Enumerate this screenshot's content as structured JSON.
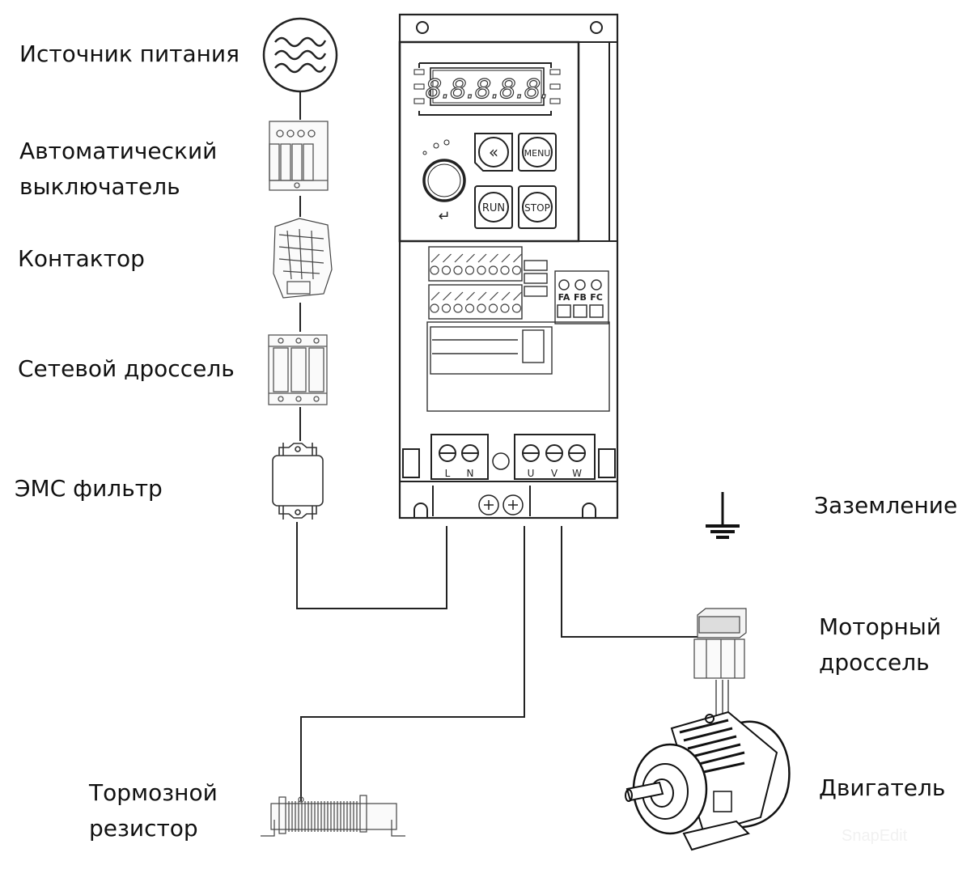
{
  "diagram": {
    "title": "Схема подключения частотного преобразователя",
    "components": {
      "power_source": {
        "label": "Источник питания"
      },
      "circuit_breaker": {
        "label_line1": "Автоматический",
        "label_line2": "выключатель"
      },
      "contactor": {
        "label": "Контактор"
      },
      "line_reactor": {
        "label": "Сетевой дроссель"
      },
      "emc_filter": {
        "label": "ЭМС фильтр"
      },
      "ground": {
        "label": "Заземление"
      },
      "motor_reactor": {
        "label_line1": "Моторный",
        "label_line2": "дроссель"
      },
      "motor": {
        "label": "Двигатель"
      },
      "brake_resistor": {
        "label_line1": "Тормозной",
        "label_line2": "резистор"
      }
    },
    "vfd": {
      "display_digits": "8.8.8.8.8.",
      "keys": {
        "shift": "«",
        "menu": "MENU",
        "run": "RUN",
        "stop": "STOP",
        "enter": "↵"
      },
      "relay_terminals": [
        "FA",
        "FB",
        "FC"
      ],
      "input_terminals": [
        "L",
        "N"
      ],
      "output_terminals": [
        "U",
        "V",
        "W"
      ]
    },
    "watermark": "SnapEdit"
  }
}
